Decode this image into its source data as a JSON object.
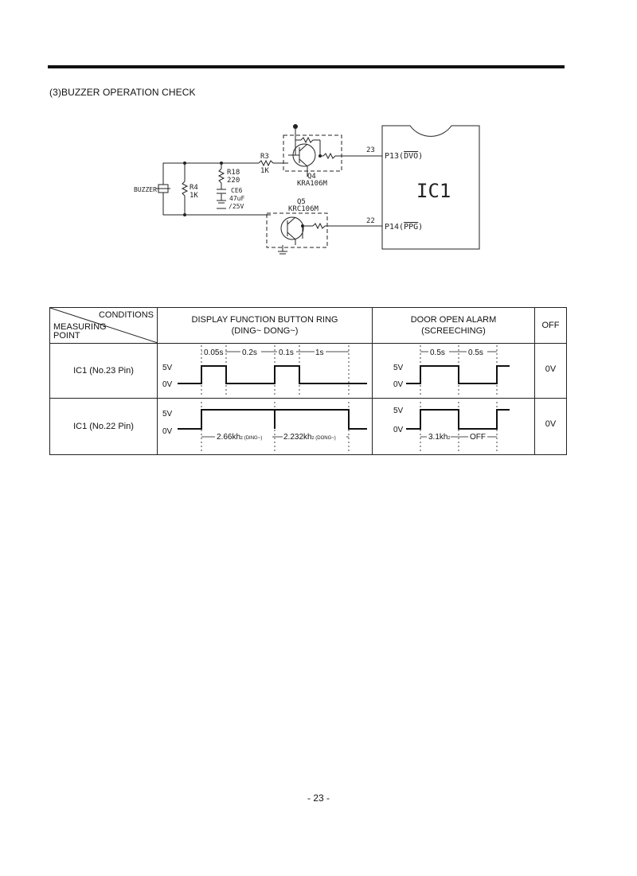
{
  "section_title": "(3)BUZZER OPERATION CHECK",
  "schematic": {
    "buzzer_label": "BUZZER",
    "r4": "R4",
    "r4_value": "1K",
    "r18": "R18",
    "r18_value": "220",
    "ce6": "CE6",
    "ce6_value": "47uF",
    "ce6_voltage": "/25V",
    "r3": "R3",
    "r3_value": "1K",
    "q4": "Q4",
    "q4_part": "KRA106M",
    "q5": "Q5",
    "q5_part": "KRC106M",
    "pin23": "23",
    "pin22": "22",
    "p13_prefix": "P13(",
    "p13_signal": "DVO",
    "p14_prefix": "P14(",
    "p14_signal": "PPG",
    "pin_suffix": ")",
    "ic_label": "IC1"
  },
  "table": {
    "conditions": "CONDITIONS",
    "measuring": "MEASURING",
    "point": "POINT",
    "col_display_line1": "DISPLAY FUNCTION BUTTON RING",
    "col_display_line2": "(DING~ DONG~)",
    "col_door_line1": "DOOR OPEN ALARM",
    "col_door_line2": "(SCREECHING)",
    "col_off": "OFF",
    "rows": [
      {
        "point": "IC1 (No.23 Pin)",
        "hi": "5V",
        "lo": "0V",
        "display_times": [
          "0.05s",
          "0.2s",
          "0.1s",
          "1s"
        ],
        "door_times": [
          "0.5s",
          "0.5s"
        ],
        "off": "0V"
      },
      {
        "point": "IC1 (No.22 Pin)",
        "hi": "5V",
        "lo": "0V",
        "ding_freq": "2.66kh",
        "ding_note": "z (DING~)",
        "dong_freq": "2.232kh",
        "dong_note": "z (DONG~)",
        "door_freq": "3.1kh",
        "door_freq_unit": "z",
        "door_off": "OFF",
        "off": "0V"
      }
    ]
  },
  "page_number": "- 23 -"
}
